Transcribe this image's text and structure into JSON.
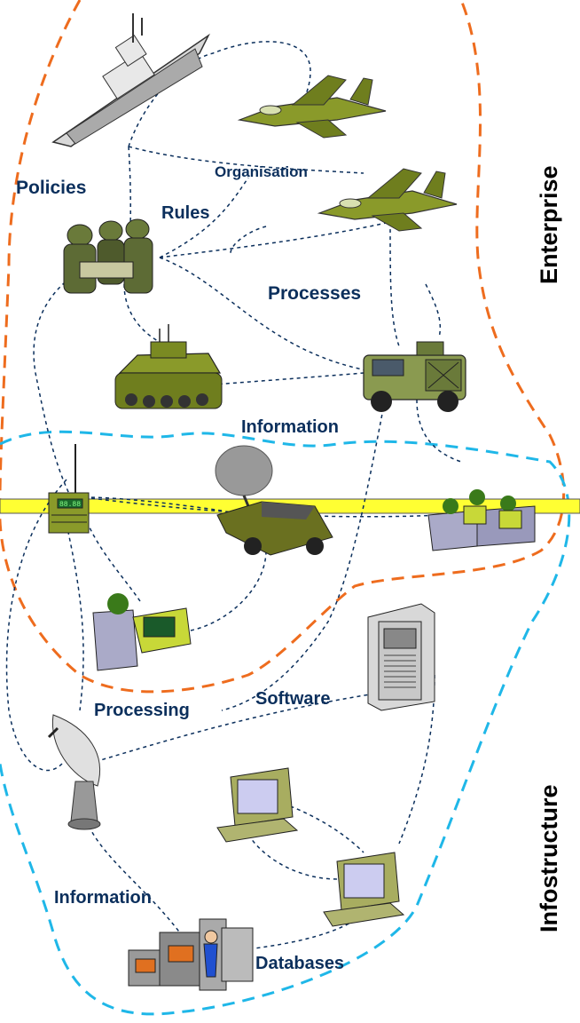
{
  "labels": {
    "policies": "Policies",
    "organisation": "Organisation",
    "rules": "Rules",
    "processes": "Processes",
    "information_top": "Information",
    "software": "Software",
    "processing": "Processing",
    "information_bottom": "Information",
    "databases": "Databases"
  },
  "domains": {
    "enterprise": "Enterprise",
    "infostructure": "Infostructure"
  },
  "device_text": {
    "radio_display": "88.88"
  },
  "colors": {
    "enterprise_boundary": "#ee6c1e",
    "infostructure_boundary": "#1fb7e8",
    "network_bus": "#ffff33",
    "link_lines": "#0b2f5c",
    "label_text": "#0b2f5c",
    "military_green": "#8a9a2a"
  },
  "icons": [
    "warship-icon",
    "fighter-jet-icon",
    "fighter-jet-icon",
    "soldiers-icon",
    "armoured-vehicle-icon",
    "humvee-icon",
    "radio-icon",
    "radar-truck-icon",
    "operators-group-icon",
    "operator-console-icon",
    "server-tower-icon",
    "satellite-dish-icon",
    "computer-terminal-icon",
    "computer-terminal-icon",
    "database-operator-icon"
  ]
}
